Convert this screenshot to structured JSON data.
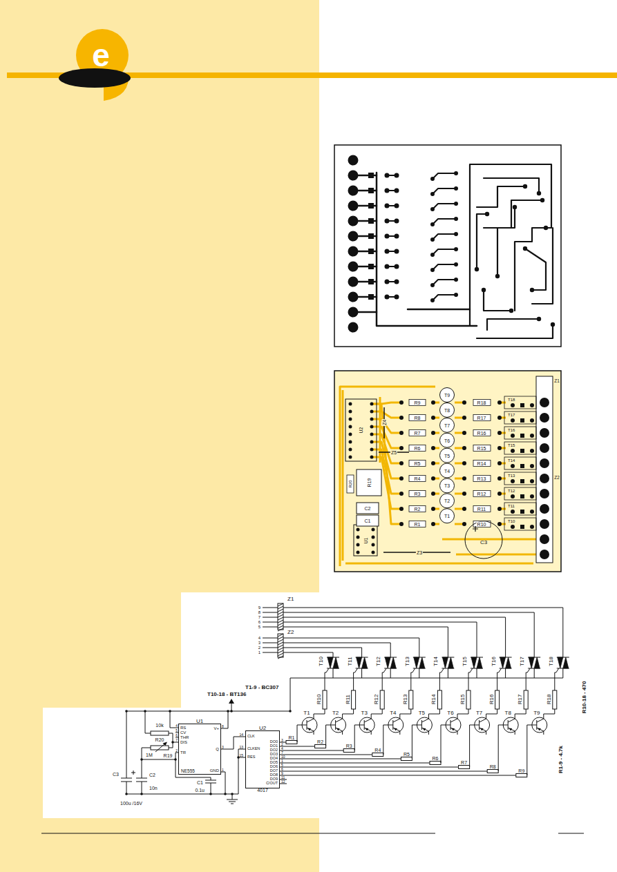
{
  "diagram": {
    "nodes": [
      {
        "text": [
          "U1",
          "NE555"
        ]
      },
      {
        "text": [
          "U2",
          "4017"
        ]
      }
    ],
    "edges": [
      {
        "from": 0,
        "to": 1,
        "arrow": "none"
      }
    ],
    "labels": [
      "e",
      "T9",
      "T8",
      "T7",
      "T6",
      "T5",
      "T4",
      "T3",
      "T2",
      "T1",
      "R9",
      "R8",
      "R7",
      "R6",
      "R5",
      "R4",
      "R3",
      "R2",
      "R1",
      "R18",
      "R17",
      "R16",
      "R15",
      "R14",
      "R13",
      "R12",
      "R11",
      "R10",
      "T18",
      "T17",
      "T16",
      "T15",
      "T14",
      "T13",
      "T12",
      "T11",
      "T10",
      "Z1",
      "Z2",
      "Z3",
      "Z4",
      "Z5",
      "U1",
      "U2",
      "R19",
      "R20",
      "C2",
      "C1",
      "C3",
      "Z1",
      "9",
      "8",
      "7",
      "6",
      "5",
      "Z2",
      "4",
      "3",
      "2",
      "1",
      "T1-9 - BC307",
      "T10-18 - BT136",
      "T10",
      "T11",
      "T12",
      "T13",
      "T14",
      "T15",
      "T16",
      "T17",
      "T18",
      "R10",
      "R11",
      "R12",
      "R13",
      "R14",
      "R15",
      "R16",
      "R17",
      "R18",
      "T1",
      "T2",
      "T3",
      "T4",
      "T5",
      "T6",
      "T7",
      "T8",
      "T9",
      "R1",
      "R2",
      "R3",
      "R4",
      "R5",
      "R6",
      "R7",
      "R8",
      "R9",
      "R1-9 - 4.7k",
      "R10-18 - 470",
      "RS",
      "CV",
      "THR",
      "DIS",
      "TR",
      "V+",
      "Q",
      "GND",
      "4",
      "5",
      "6",
      "7",
      "2",
      "8",
      "3",
      "1",
      "CLK",
      "CLKEN",
      "RES",
      "DO0",
      "DO1",
      "DO2",
      "DO3",
      "DO4",
      "DO5",
      "DO6",
      "DO7",
      "DO8",
      "DO9",
      "C/OUT",
      "14",
      "13",
      "15",
      "3",
      "2",
      "4",
      "7",
      "10",
      "1",
      "5",
      "6",
      "9",
      "11",
      "12",
      "10k",
      "R20",
      "1M",
      "R19",
      "C1",
      "0.1u",
      "C2",
      "10n",
      "C3",
      "100u /16V"
    ]
  }
}
